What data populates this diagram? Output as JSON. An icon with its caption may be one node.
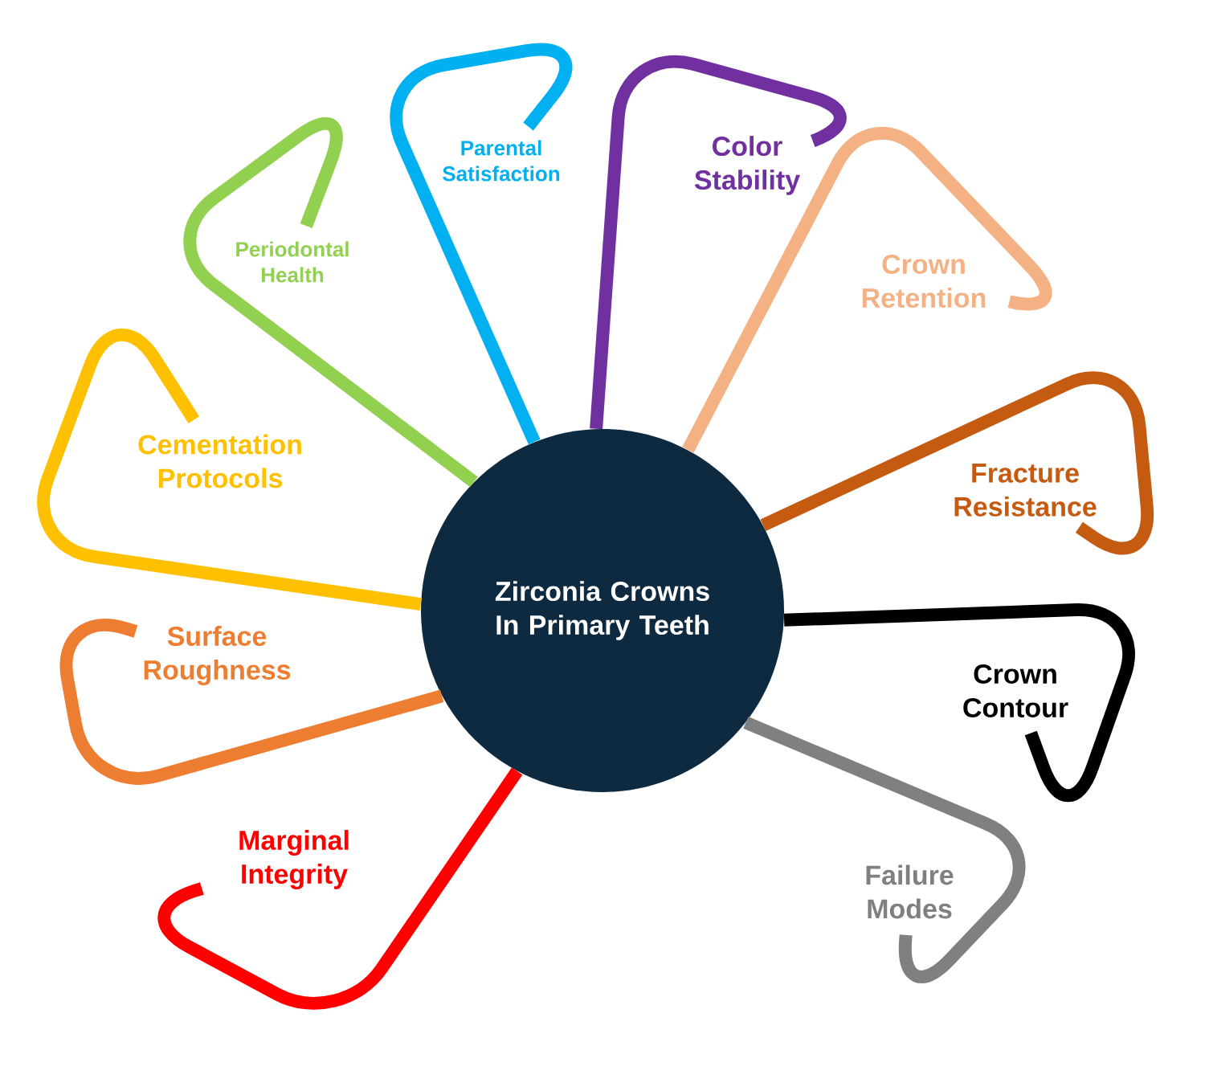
{
  "diagram": {
    "nodes": [
      {
        "text": [
          "Zirconia Crowns In Primary Teeth"
        ]
      },
      {
        "text": [
          "Parental Satisfaction"
        ]
      },
      {
        "text": [
          "Color Stability"
        ]
      },
      {
        "text": [
          "Periodontal Health"
        ]
      },
      {
        "text": [
          "Crown Retention"
        ]
      },
      {
        "text": [
          "Cementation Protocols"
        ]
      },
      {
        "text": [
          "Fracture Resistance"
        ]
      },
      {
        "text": [
          "Surface Roughness"
        ]
      },
      {
        "text": [
          "Crown Contour"
        ]
      },
      {
        "text": [
          "Marginal Integrity"
        ]
      },
      {
        "text": [
          "Failure Modes"
        ]
      }
    ],
    "edges": [
      {
        "from": 0,
        "to": 1,
        "arrow": "none",
        "color": "#00b0f0"
      },
      {
        "from": 0,
        "to": 2,
        "arrow": "none",
        "color": "#7030a0"
      },
      {
        "from": 0,
        "to": 3,
        "arrow": "none",
        "color": "#92d050"
      },
      {
        "from": 0,
        "to": 4,
        "arrow": "none",
        "color": "#f4b183"
      },
      {
        "from": 0,
        "to": 5,
        "arrow": "none",
        "color": "#ffc000"
      },
      {
        "from": 0,
        "to": 6,
        "arrow": "none",
        "color": "#c55a11"
      },
      {
        "from": 0,
        "to": 7,
        "arrow": "none",
        "color": "#ed7d31"
      },
      {
        "from": 0,
        "to": 8,
        "arrow": "none",
        "color": "#000000"
      },
      {
        "from": 0,
        "to": 9,
        "arrow": "none",
        "color": "#ff0000"
      },
      {
        "from": 0,
        "to": 10,
        "arrow": "none",
        "color": "#808080"
      }
    ]
  }
}
